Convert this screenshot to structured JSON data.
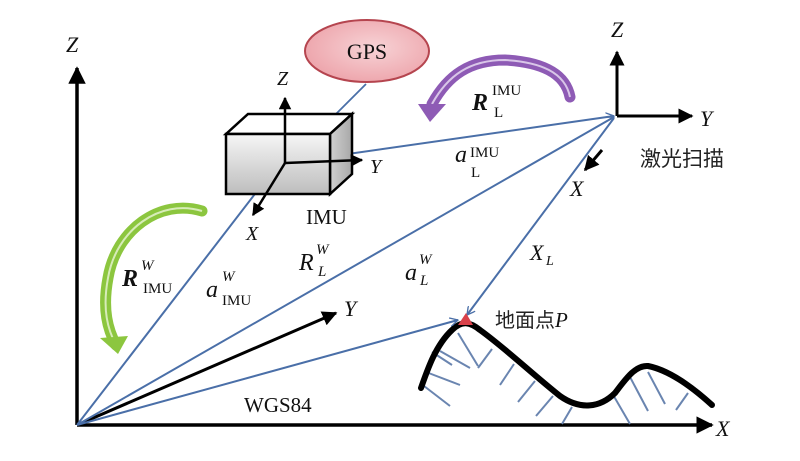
{
  "diagram": {
    "world_frame": {
      "name": "WGS84",
      "axis_x": "X",
      "axis_y": "Y",
      "axis_z": "Z"
    },
    "imu_frame": {
      "name": "IMU",
      "axis_x": "X",
      "axis_y": "Y",
      "axis_z": "Z"
    },
    "gps": {
      "label": "GPS"
    },
    "laser_frame": {
      "name": "激光扫描",
      "axis_x": "X",
      "axis_y": "Y",
      "axis_z": "Z"
    },
    "ground_point": {
      "label": "地面点",
      "symbol": "P"
    },
    "vectors": {
      "a_imu_w": {
        "base": "a",
        "sup": "W",
        "sub": "IMU"
      },
      "r_l_w": {
        "base": "R",
        "sup": "W",
        "sub": "L"
      },
      "a_l_w": {
        "base": "a",
        "sup": "W",
        "sub": "L"
      },
      "a_l_imu": {
        "base": "a",
        "sup": "IMU",
        "sub": "L"
      },
      "x_l": {
        "base": "X",
        "sub": "L"
      }
    },
    "rotations": {
      "r_imu_w": {
        "base": "R",
        "sup": "W",
        "sub": "IMU",
        "color": "#8cc63f"
      },
      "r_l_imu": {
        "base": "R",
        "sup": "IMU",
        "sub": "L",
        "color": "#8e5bb5"
      }
    },
    "colors": {
      "vector": "#4a6fa8",
      "axis": "#000000",
      "gps_fill": "#f2b8bd",
      "gps_stroke": "#b5454f",
      "point": "#d9414a",
      "terrain": "#000000",
      "hatch": "#6a85b0"
    }
  }
}
